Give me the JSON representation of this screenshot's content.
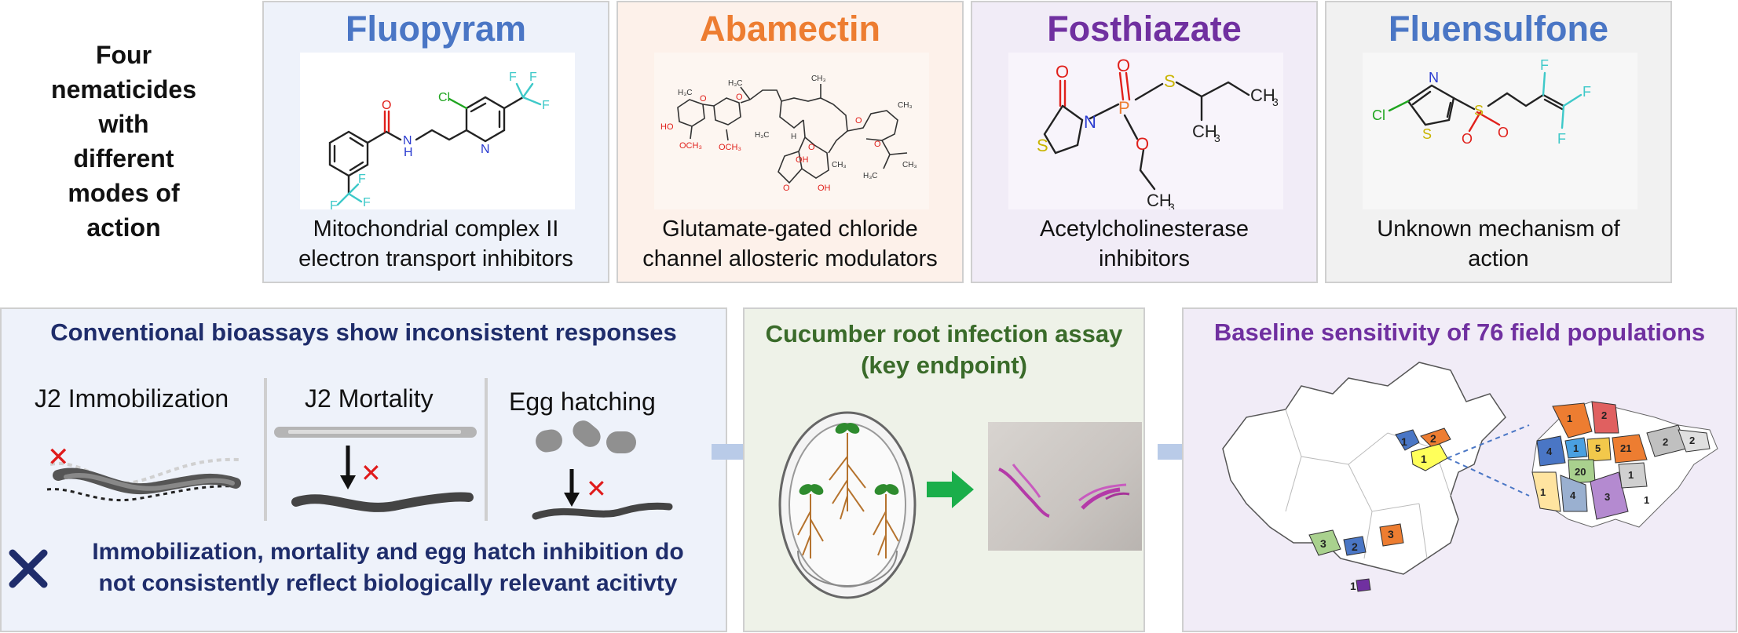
{
  "intro": {
    "lines": [
      "Four",
      "nematicides",
      "with",
      "different",
      "modes of",
      "action"
    ]
  },
  "nematicides": [
    {
      "name": "Fluopyram",
      "color": "#4a76c5",
      "desc1": "Mitochondrial complex II",
      "desc2": "electron transport inhibitors"
    },
    {
      "name": "Abamectin",
      "color": "#ed7d31",
      "desc1": "Glutamate-gated chloride",
      "desc2": "channel allosteric modulators"
    },
    {
      "name": "Fosthiazate",
      "color": "#7030a0",
      "desc1": "Acetylcholinesterase",
      "desc2": "inhibitors"
    },
    {
      "name": "Fluensulfone",
      "color": "#4a76c5",
      "desc1": "Unknown mechanism of",
      "desc2": "action"
    }
  ],
  "atoms": {
    "fluopyram": {
      "F": "F",
      "Cl": "Cl",
      "N": "N",
      "NH": "N",
      "H": "H",
      "O": "O"
    },
    "fosthiazate": {
      "O": "O",
      "P": "P",
      "S": "S",
      "N": "N",
      "CH3": "CH",
      "sub3": "3"
    },
    "fluensulfone": {
      "F": "F",
      "Cl": "Cl",
      "N": "N",
      "S": "S",
      "O": "O"
    },
    "abamectin": {
      "OH": "OH",
      "HO": "HO",
      "O": "O",
      "H": "H",
      "CH3": "CH₃",
      "OCH3": "OCH₃",
      "H3C": "H₃C"
    }
  },
  "bioassay": {
    "title": "Conventional bioassays show inconsistent responses",
    "title_color": "#1f2d6b",
    "assays": [
      "J2 Immobilization",
      "J2 Mortality",
      "Egg hatching"
    ],
    "cross_mark": "✕",
    "x_icon": "x-icon",
    "conclusion1": "Immobilization, mortality and egg hatch inhibition do",
    "conclusion2": "not consistently reflect biologically relevant acitivty"
  },
  "cucumber": {
    "title1": "Cucumber root infection assay",
    "title2": "(key endpoint)",
    "title_color": "#3a6b2a"
  },
  "baseline": {
    "title": "Baseline sensitivity of 76 field populations",
    "title_color": "#7030a0",
    "map_numbers": [
      "1",
      "2",
      "1",
      "3",
      "2",
      "3",
      "1"
    ],
    "inset_numbers": [
      "1",
      "2",
      "4",
      "1",
      "5",
      "20",
      "21",
      "2",
      "1",
      "4",
      "3",
      "1",
      "2",
      "1"
    ]
  },
  "colors": {
    "arrow_pale": "#b9cbe8",
    "arrow_green": "#1aae4a",
    "cross_red": "#e01b1b",
    "x_navy": "#1f2d6b"
  }
}
